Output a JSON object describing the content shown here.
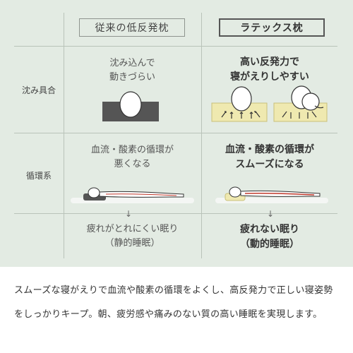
{
  "header": {
    "old_pillow": "従来の低反発枕",
    "latex_pillow": "ラテックス枕"
  },
  "rows": [
    {
      "label": "沈み具合",
      "old": [
        "沈み込んで",
        "動きづらい"
      ],
      "latex": [
        "高い反発力で",
        "寝がえりしやすい"
      ]
    },
    {
      "label": "循環系",
      "old": [
        "血流・酸素の循環が",
        "悪くなる"
      ],
      "latex": [
        "血流・酸素の循環が",
        "スムーズになる"
      ]
    },
    {
      "label": "",
      "old": [
        "疲れがとれにくい眠り",
        "（静的睡眠）"
      ],
      "latex": [
        "疲れない眠り",
        "（動的睡眠）"
      ]
    }
  ],
  "arrow_glyph": "↓",
  "caption": "スムーズな寝がえりで血流や酸素の循環をよくし、高反発力で正しい寝姿勢をしっかりキープ。朝、疲労感や痛みのない質の高い睡眠を実現します。",
  "colors": {
    "panel_bg": "#e3ebe3",
    "old_pillow": "#555555",
    "latex_pillow": "#efe9b0",
    "blood_line": "#c0392b"
  }
}
